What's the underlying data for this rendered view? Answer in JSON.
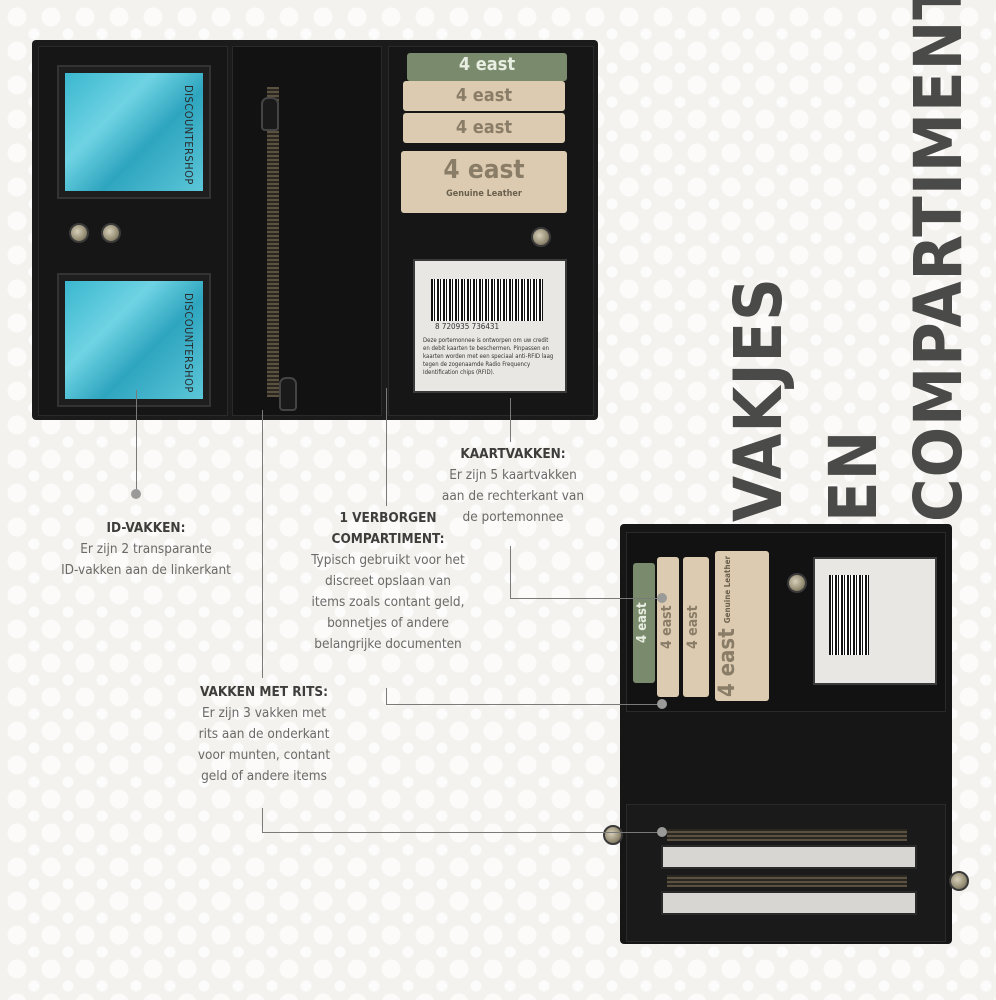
{
  "colors": {
    "background": "#f3f2ee",
    "wallet": "#1b1b1b",
    "callout_line": "#7a7a78",
    "heading_text": "#3d3d3b"
  },
  "title": {
    "line1": "VAKJES",
    "line2": "EN",
    "line3": "COMPARTIMENTEN"
  },
  "callouts": {
    "id": {
      "heading": "ID-VAKKEN:",
      "lines": [
        "Er zijn 2 transparante",
        "ID-vakken aan de linkerkant"
      ]
    },
    "hidden": {
      "heading_line1": "1 VERBORGEN",
      "heading_line2": "COMPARTIMENT:",
      "lines": [
        "Typisch gebruikt voor het",
        "discreet opslaan van",
        "items zoals contant geld,",
        "bonnetjes of andere",
        "belangrijke documenten"
      ]
    },
    "cards": {
      "heading": "KAARTVAKKEN:",
      "lines": [
        "Er zijn 5 kaartvakken",
        "aan de rechterkant van",
        "de portemonnee"
      ]
    },
    "zipper": {
      "heading": "VAKKEN MET RITS:",
      "lines": [
        "Er zijn 3 vakken met",
        "rits aan de onderkant",
        "voor munten, contant",
        "geld of andere items"
      ]
    }
  },
  "product": {
    "brand": "4 east",
    "brand_sub": "Genuine Leather",
    "id_card_text": "DISCOUNTERSHOP",
    "barcode_digits": "8 720935 736431",
    "rfid_note": "Deze portemonnee is ontworpen om uw credit en debit kaarten te beschermen. Pinpassen en kaarten worden met een speciaal anti-RFID laag tegen de zogenaamde Radio Frequency Identification chips (RFID)."
  }
}
